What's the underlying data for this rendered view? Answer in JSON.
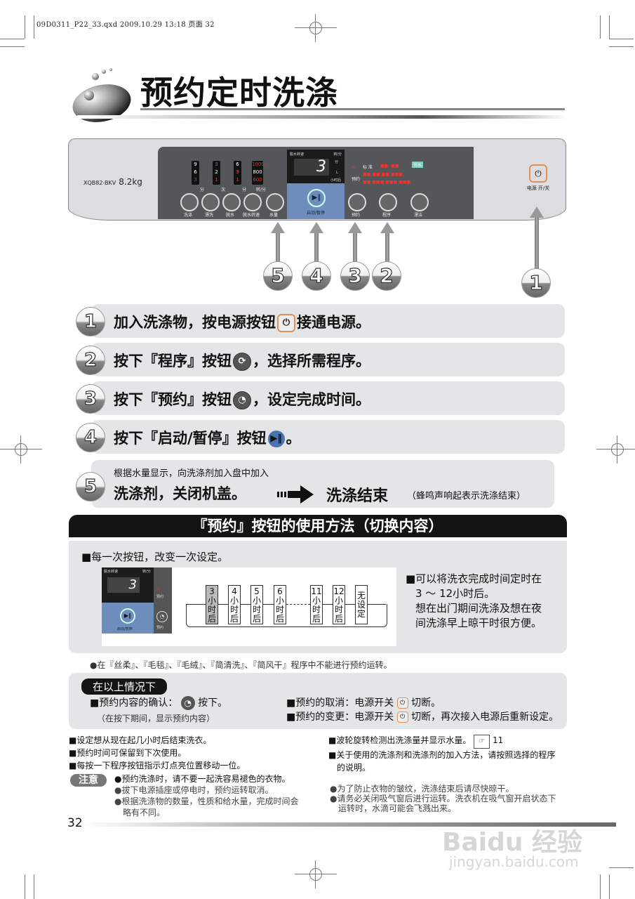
{
  "print_marks": {
    "slug": "09D0311_P22_33.qxd  2009.10.29  13:18  页面 32"
  },
  "header": {
    "title": "预约定时洗涤"
  },
  "control_panel": {
    "model": "XQB82-BKV",
    "capacity": "8.2kg",
    "led_columns": [
      {
        "values": [
          "9",
          "6",
          "3"
        ],
        "unit": "分"
      },
      {
        "values": [
          "3",
          "2",
          "1"
        ],
        "unit": "次"
      },
      {
        "values": [
          "6",
          "3",
          "1"
        ],
        "unit": "分"
      },
      {
        "values": [
          "1000",
          "800",
          "600"
        ],
        "unit": "转/分"
      }
    ],
    "left_buttons": [
      "洗涤",
      "漂洗",
      "脱水",
      "脱水转速",
      "水量"
    ],
    "display": {
      "label": "脱水转速",
      "unit_right": "转/分",
      "value": "3",
      "units": [
        "分",
        "L",
        "小时后"
      ]
    },
    "start_button": "启动/暂停",
    "right_labels": {
      "standard": "标 准",
      "reserve": "预约",
      "eco": "节水"
    },
    "right_buttons": [
      "预约",
      "程序",
      "漂洁"
    ],
    "power_label": "电源 开/关",
    "callouts": [
      "5",
      "4",
      "3",
      "2",
      "1"
    ]
  },
  "steps": [
    {
      "num": "1",
      "before": "加入洗涤物，按电源按钮",
      "icon": "power",
      "after": "接通电源。"
    },
    {
      "num": "2",
      "before": "按下『程序』按钮",
      "icon": "program",
      "after": "，选择所需程序。"
    },
    {
      "num": "3",
      "before": "按下『预约』按钮",
      "icon": "clock",
      "after": "，设定完成时间。"
    },
    {
      "num": "4",
      "before": "按下『启动/暂停』按钮",
      "icon": "play-pause",
      "after": "。"
    }
  ],
  "step5": {
    "num": "5",
    "small": "根据水量显示，向洗涤剂加入盘中加入",
    "big": "洗涤剂，关闭机盖。",
    "end": "洗涤结束",
    "note": "（蜂鸣声响起表示洗涤结束）"
  },
  "section": {
    "title": "『预约』按钮的使用方法（切换内容）",
    "heading": "■每一次按钮，改变一次设定。",
    "mini_panel": {
      "label": "脱水转速",
      "unit": "转/分",
      "value": "3",
      "reserve": "预约",
      "start": "启动/暂停"
    },
    "sequence": [
      "3小时后",
      "4小时后",
      "5小时后",
      "6小时后",
      "11小时后",
      "12小时后",
      "无设定"
    ],
    "right_text": [
      "■可以将洗衣完成时间定时在",
      "3 ～ 12小时后。",
      "想在出门期间洗涤及想在夜",
      "间洗涤早上晾干时很方便。"
    ]
  },
  "bullet_note": "●在『丝柔』、『毛毯』、『毛绒』、『简清洗』、『简风干』程序中不能进行预约运转。",
  "conditions": {
    "tag": "在以上情况下",
    "confirm": {
      "label": "■预约内容的确认：",
      "action": "按下。",
      "sub": "（在按下期间，显示预约内容）"
    },
    "cancel": {
      "label": "■预约的取消：电源开关",
      "action": "切断。"
    },
    "change": {
      "label": "■预约的变更：电源开关",
      "action": "切断，再次接入电源后重新设定。"
    }
  },
  "notes_left": [
    "■设定想从现在起几小时后结束洗衣。",
    "■预约时间可保留到下次使用。",
    "■每按一下程序按钮指示灯点亮位置移动一位。"
  ],
  "notes_right": {
    "line1": "■波轮旋转检测出洗涤量并显示水量。",
    "ref": "11",
    "line2": "■关于使用的洗涤剂和洗涤剂的加入方法，请按照选择的程序",
    "line3": "的说明。"
  },
  "caution": {
    "tag": "注意",
    "items": [
      "●预约洗涤时，请不要一起洗容易褪色的衣物。",
      "●拔下电源插座或停电时，预约运转取消。",
      "●根据洗涤物的数量，性质和给水量，完成时间会",
      "略有不同。"
    ]
  },
  "notes_right2": [
    "●为了防止衣物的皱纹，洗涤结束后请尽快晾干。",
    "●请务必关闭吸气窗后进行运转。洗衣机在吸气窗开启状态下",
    "运转时，水滴可能会飞溅出来。"
  ],
  "footer": {
    "page": "32",
    "watermark": "Baidu 经验",
    "watermark_url": "jingyan.baidu.com"
  }
}
